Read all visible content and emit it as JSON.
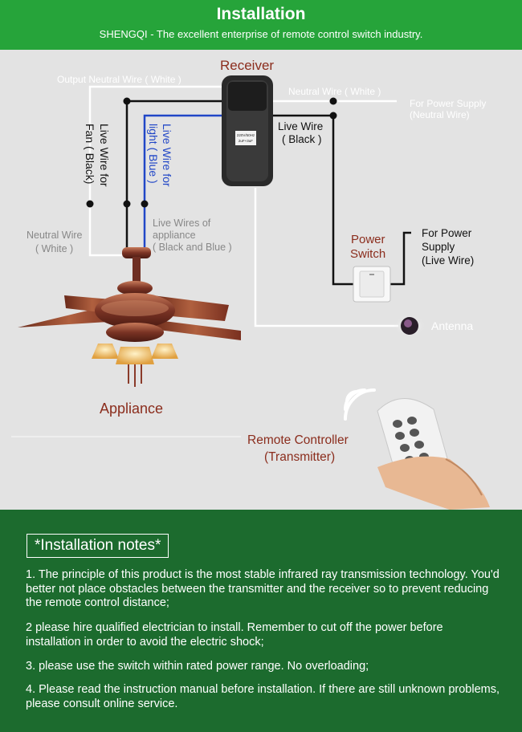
{
  "header": {
    "title": "Installation",
    "subtitle": "SHENGQI - The excellent enterprise of remote control switch  industry."
  },
  "diagram": {
    "receiver": "Receiver",
    "receiver_plate": [
      "220V/50Hz",
      "2uF+3uF"
    ],
    "output_neutral": "Output Neutral Wire ( White )",
    "neutral_white_top": "Neutral Wire ( White )",
    "for_power_neutral_1": "For Power Supply",
    "for_power_neutral_2": "(Neutral Wire)",
    "live_black_1": "Live Wire",
    "live_black_2": "( Black )",
    "live_fan_1": "Live Wire for",
    "live_fan_2": "Fan ( Black)",
    "live_light_1": "Live Wire for",
    "live_light_2": "light ( Blue )",
    "live_appliance_1": "Live Wires of",
    "live_appliance_2": "appliance",
    "live_appliance_3": "( Black and Blue )",
    "neutral_left_1": "Neutral Wire",
    "neutral_left_2": "( White )",
    "power_switch_1": "Power",
    "power_switch_2": "Switch",
    "for_power_live_1": "For Power",
    "for_power_live_2": "Supply",
    "for_power_live_3": "(Live Wire)",
    "antenna": "Antenna",
    "appliance": "Appliance",
    "remote_1": "Remote Controller",
    "remote_2": "(Transmitter)"
  },
  "notes": {
    "title": "*Installation notes*",
    "n1": "1. The principle of this product is the most stable infrared ray transmission technology. You'd better not  place obstacles between the transmitter and the receiver so to prevent reducing the remote control distance;",
    "n2": "2 please hire qualified electrician to install. Remember to cut off the power before installation in order to avoid the electric shock;",
    "n3": "3. please use the switch within rated power range. No overloading;",
    "n4": "4. Please read the instruction manual before installation.  If there are still unknown problems, please consult online service."
  },
  "colors": {
    "header_green": "#26a43a",
    "notes_green": "#1c6b2e",
    "wire_black": "#111111",
    "wire_blue": "#2147c7",
    "wire_white": "#ffffff",
    "receiver_label": "#8b2d1d"
  }
}
